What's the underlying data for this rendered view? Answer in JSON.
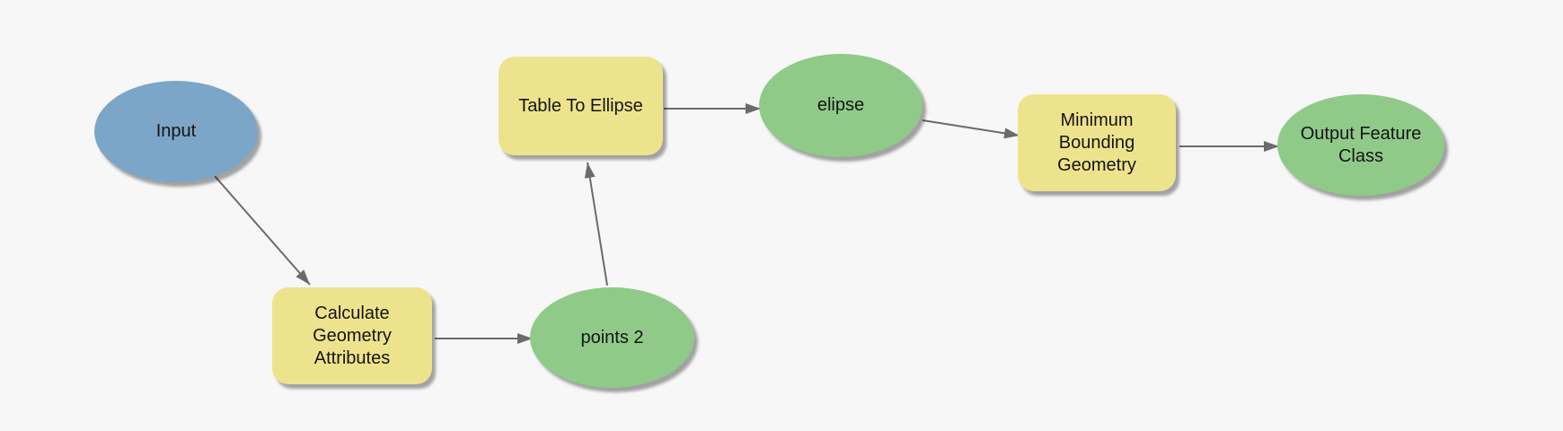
{
  "canvas": {
    "background_color": "#f7f7f7",
    "connector_color": "#6b6b6b",
    "shadow_color": "rgba(0,0,0,0.35)"
  },
  "diagram": {
    "nodes": [
      {
        "id": "input",
        "label": "Input",
        "shape": "ellipse",
        "role": "input-data",
        "fill": "#7ca6c7"
      },
      {
        "id": "calculate-geometry-attributes",
        "label": "Calculate Geometry Attributes",
        "shape": "rounded-rect",
        "role": "tool",
        "fill": "#eee38d"
      },
      {
        "id": "points-2",
        "label": "points 2",
        "shape": "ellipse",
        "role": "derived-data",
        "fill": "#8fca89"
      },
      {
        "id": "table-to-ellipse",
        "label": "Table To Ellipse",
        "shape": "rounded-rect",
        "role": "tool",
        "fill": "#eee38d"
      },
      {
        "id": "elipse",
        "label": "elipse",
        "shape": "ellipse",
        "role": "derived-data",
        "fill": "#8fca89"
      },
      {
        "id": "minimum-bounding-geometry",
        "label": "Minimum Bounding Geometry",
        "shape": "rounded-rect",
        "role": "tool",
        "fill": "#eee38d"
      },
      {
        "id": "output-feature-class",
        "label": "Output Feature Class",
        "shape": "ellipse",
        "role": "derived-data",
        "fill": "#8fca89"
      }
    ],
    "connectors": [
      {
        "from": "input",
        "to": "calculate-geometry-attributes"
      },
      {
        "from": "calculate-geometry-attributes",
        "to": "points-2"
      },
      {
        "from": "points-2",
        "to": "table-to-ellipse"
      },
      {
        "from": "table-to-ellipse",
        "to": "elipse"
      },
      {
        "from": "elipse",
        "to": "minimum-bounding-geometry"
      },
      {
        "from": "minimum-bounding-geometry",
        "to": "output-feature-class"
      }
    ]
  }
}
